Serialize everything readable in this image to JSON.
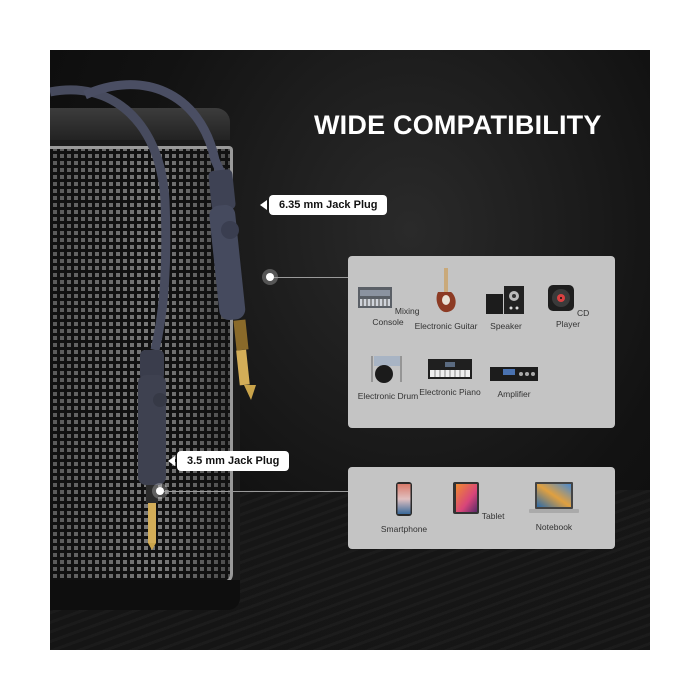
{
  "title": "WIDE COMPATIBILITY",
  "callouts": {
    "jack_635": "6.35 mm Jack Plug",
    "jack_35": "3.5 mm Jack Plug"
  },
  "panel_635": {
    "items": [
      {
        "label": "Mixing Console",
        "icon": "mixing-console-icon"
      },
      {
        "label": "Electronic Guitar",
        "icon": "guitar-icon"
      },
      {
        "label": "Speaker",
        "icon": "speaker-icon"
      },
      {
        "label": "CD Player",
        "icon": "cd-player-icon"
      },
      {
        "label": "Electronic Drum",
        "icon": "drum-icon"
      },
      {
        "label": "Electronic Piano",
        "icon": "piano-icon"
      },
      {
        "label": "Amplifier",
        "icon": "amplifier-icon"
      }
    ]
  },
  "panel_35": {
    "items": [
      {
        "label": "Smartphone",
        "icon": "smartphone-icon"
      },
      {
        "label": "Tablet",
        "icon": "tablet-icon"
      },
      {
        "label": "Notebook",
        "icon": "notebook-icon"
      }
    ]
  },
  "colors": {
    "background": "#121212",
    "panel": "#c4c4c4",
    "cable": "#4a4e63",
    "gold": "#c9a34a"
  }
}
